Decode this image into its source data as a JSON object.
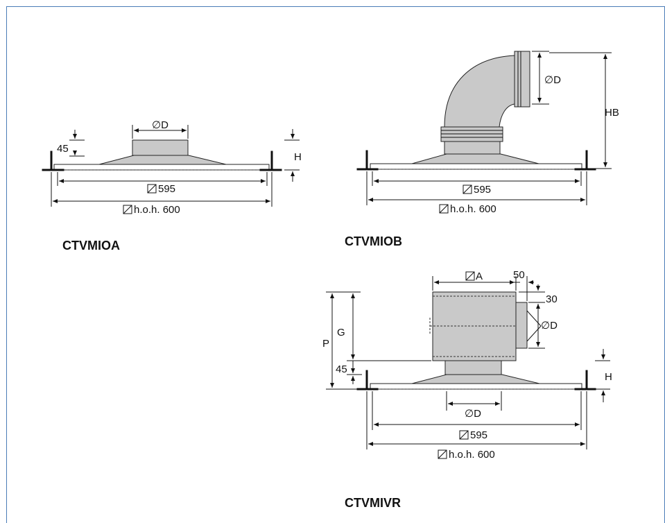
{
  "diagram": {
    "variants": {
      "a": {
        "title": "CTVMIOA",
        "dim_d": "∅D",
        "dim_h": "H",
        "dim_45": "45",
        "dim_595": "595",
        "dim_hoh": "h.o.h. 600"
      },
      "b": {
        "title": "CTVMIOB",
        "dim_d": "∅D",
        "dim_hb": "HB",
        "dim_595": "595",
        "dim_hoh": "h.o.h. 600"
      },
      "r": {
        "title": "CTVMIVR",
        "dim_a": "A",
        "dim_50": "50",
        "dim_30": "30",
        "dim_d_side": "∅D",
        "dim_p": "P",
        "dim_g": "G",
        "dim_45": "45",
        "dim_h": "H",
        "dim_d_bottom": "∅D",
        "dim_595": "595",
        "dim_hoh": "h.o.h. 600"
      }
    },
    "colors": {
      "frame": "#4a7bb7",
      "body_fill": "#c9c9c9",
      "line": "#111111"
    }
  }
}
